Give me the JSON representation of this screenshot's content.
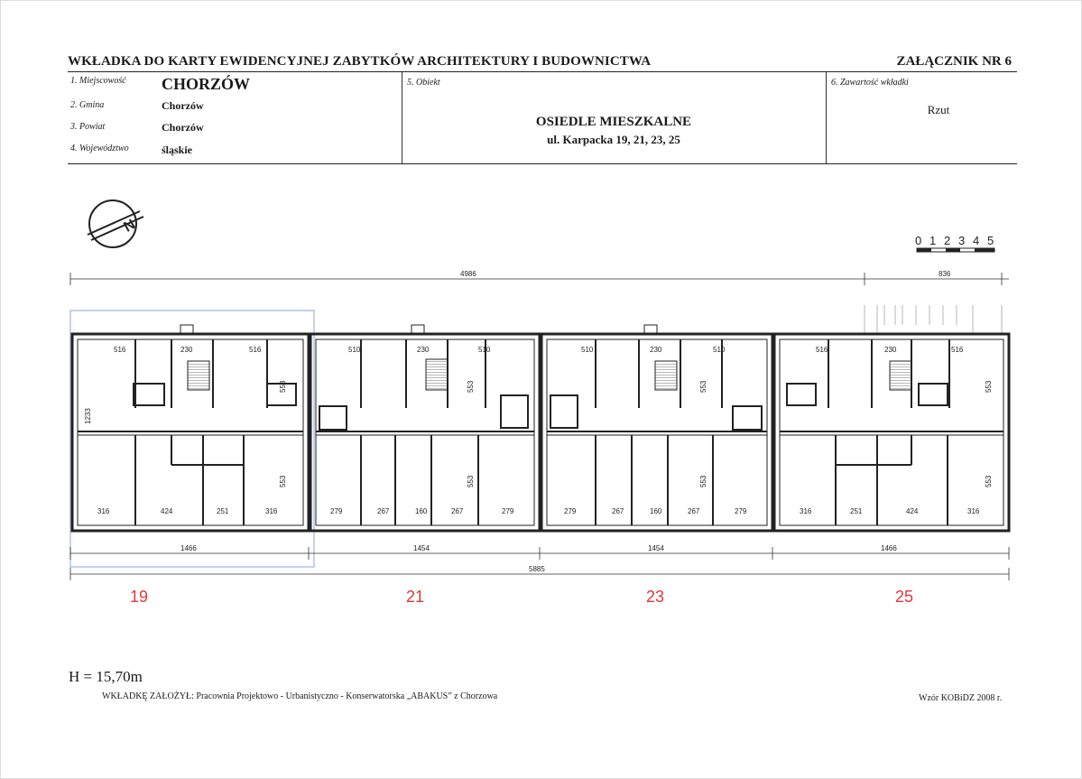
{
  "header": {
    "title": "WKŁADKA DO KARTY EWIDENCYJNEJ ZABYTKÓW ARCHITEKTURY I BUDOWNICTWA",
    "annex": "ZAŁĄCZNIK NR 6"
  },
  "info": {
    "miejscowosc_label": "1. Miejscowość",
    "miejscowosc_value": "CHORZÓW",
    "gmina_label": "2. Gmina",
    "gmina_value": "Chorzów",
    "powiat_label": "3. Powiat",
    "powiat_value": "Chorzów",
    "wojewodztwo_label": "4. Województwo",
    "wojewodztwo_value": "śląskie",
    "obiekt_label": "5. Obiekt",
    "obiekt_name": "OSIEDLE MIESZKALNE",
    "obiekt_address": "ul. Karpacka 19, 21, 23, 25",
    "zawartosc_label": "6. Zawartość wkładki",
    "zawartosc_value": "Rzut"
  },
  "scale": {
    "labels": [
      "0",
      "1",
      "2",
      "3",
      "4",
      "5"
    ]
  },
  "plan": {
    "overall_top": "4986",
    "right_top": "836",
    "overall_bottom": "5885",
    "segments": [
      "1466",
      "1454",
      "1454",
      "1466"
    ],
    "building_numbers": [
      "19",
      "21",
      "23",
      "25"
    ],
    "heights": {
      "left": "1233",
      "upper": "553",
      "lower": "553"
    },
    "room_widths_top": [
      [
        "516",
        "230",
        "516"
      ],
      [
        "510",
        "230",
        "510"
      ],
      [
        "510",
        "230",
        "510"
      ],
      [
        "516",
        "230",
        "516"
      ]
    ],
    "room_widths_bottom": [
      [
        "316",
        "424",
        "251",
        "316"
      ],
      [
        "279",
        "267",
        "160",
        "267",
        "279"
      ],
      [
        "279",
        "267",
        "160",
        "267",
        "279"
      ],
      [
        "316",
        "251",
        "424",
        "316"
      ]
    ]
  },
  "footer": {
    "height_value": "H = 15,70m",
    "author": "WKŁADKĘ ZAŁOŻYŁ: Pracownia Projektowo - Urbanistyczno - Konserwatorska „ABAKUS” z Chorzowa",
    "template": "Wzór KOBiDZ 2008 r."
  }
}
